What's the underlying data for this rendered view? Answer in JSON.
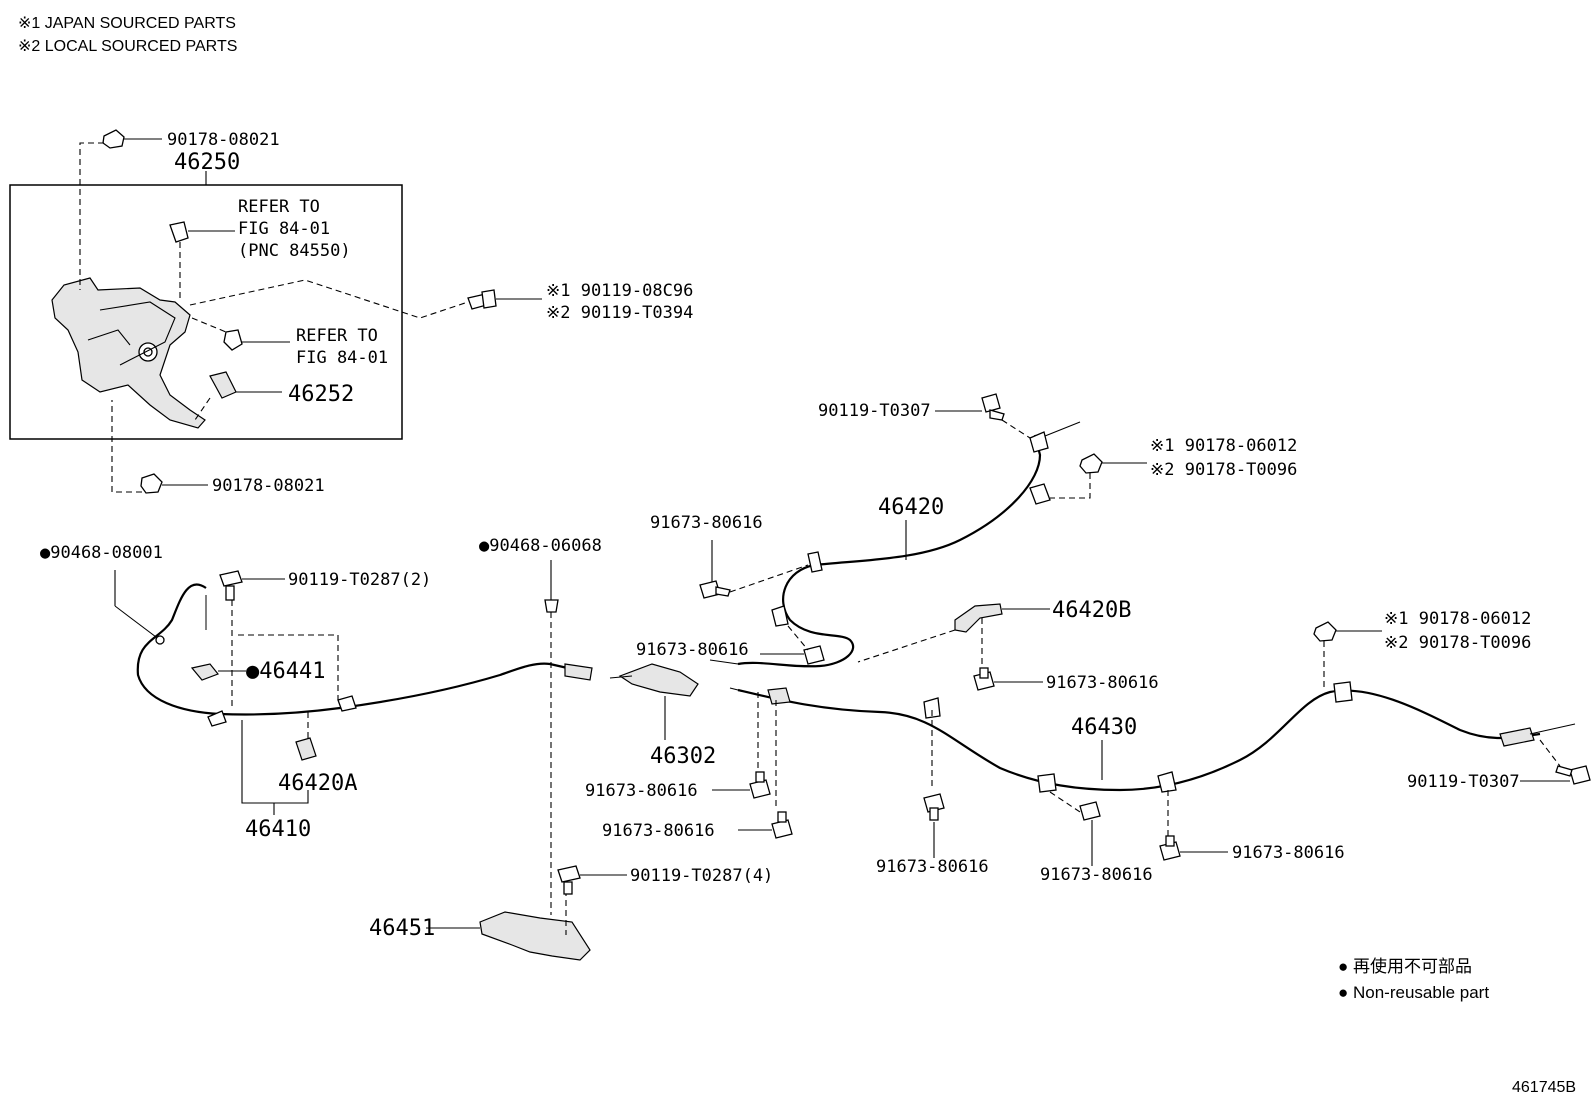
{
  "notes": {
    "japan": "※1 JAPAN SOURCED PARTS",
    "local": "※2 LOCAL SOURCED PARTS"
  },
  "labels": {
    "p90178_08021_top": "90178-08021",
    "p46250": "46250",
    "refer1_l1": "REFER TO",
    "refer1_l2": "FIG 84-01",
    "refer1_l3": "(PNC 84550)",
    "p90119_08c96": "※1 90119-08C96",
    "p90119_t0394": "※2 90119-T0394",
    "refer2_l1": "REFER TO",
    "refer2_l2": "FIG 84-01",
    "p46252": "46252",
    "p90178_08021_bot": "90178-08021",
    "p90119_t0307_top": "90119-T0307",
    "p90178_06012_top": "※1 90178-06012",
    "p90178_t0096_top": "※2 90178-T0096",
    "p91673_a": "91673-80616",
    "p46420": "46420",
    "p90468_08001": "●90468-08001",
    "p90119_t0287_2": "90119-T0287(2)",
    "p90468_06068": "●90468-06068",
    "p46420b": "46420B",
    "p91673_b": "91673-80616",
    "p90178_06012_r": "※1 90178-06012",
    "p90178_t0096_r": "※2 90178-T0096",
    "p46441": "●46441",
    "p91673_c": "91673-80616",
    "p46430": "46430",
    "p46302": "46302",
    "p46420a": "46420A",
    "p90119_t0307_r": "90119-T0307",
    "p91673_d": "91673-80616",
    "p46410": "46410",
    "p91673_e": "91673-80616",
    "p91673_f": "91673-80616",
    "p91673_g": "91673-80616",
    "p91673_h": "91673-80616",
    "p90119_t0287_4": "90119-T0287(4)",
    "p46451": "46451"
  },
  "legend": {
    "jp": "● 再使用不可部品",
    "en": "● Non-reusable part"
  },
  "figure_id": "461745B"
}
